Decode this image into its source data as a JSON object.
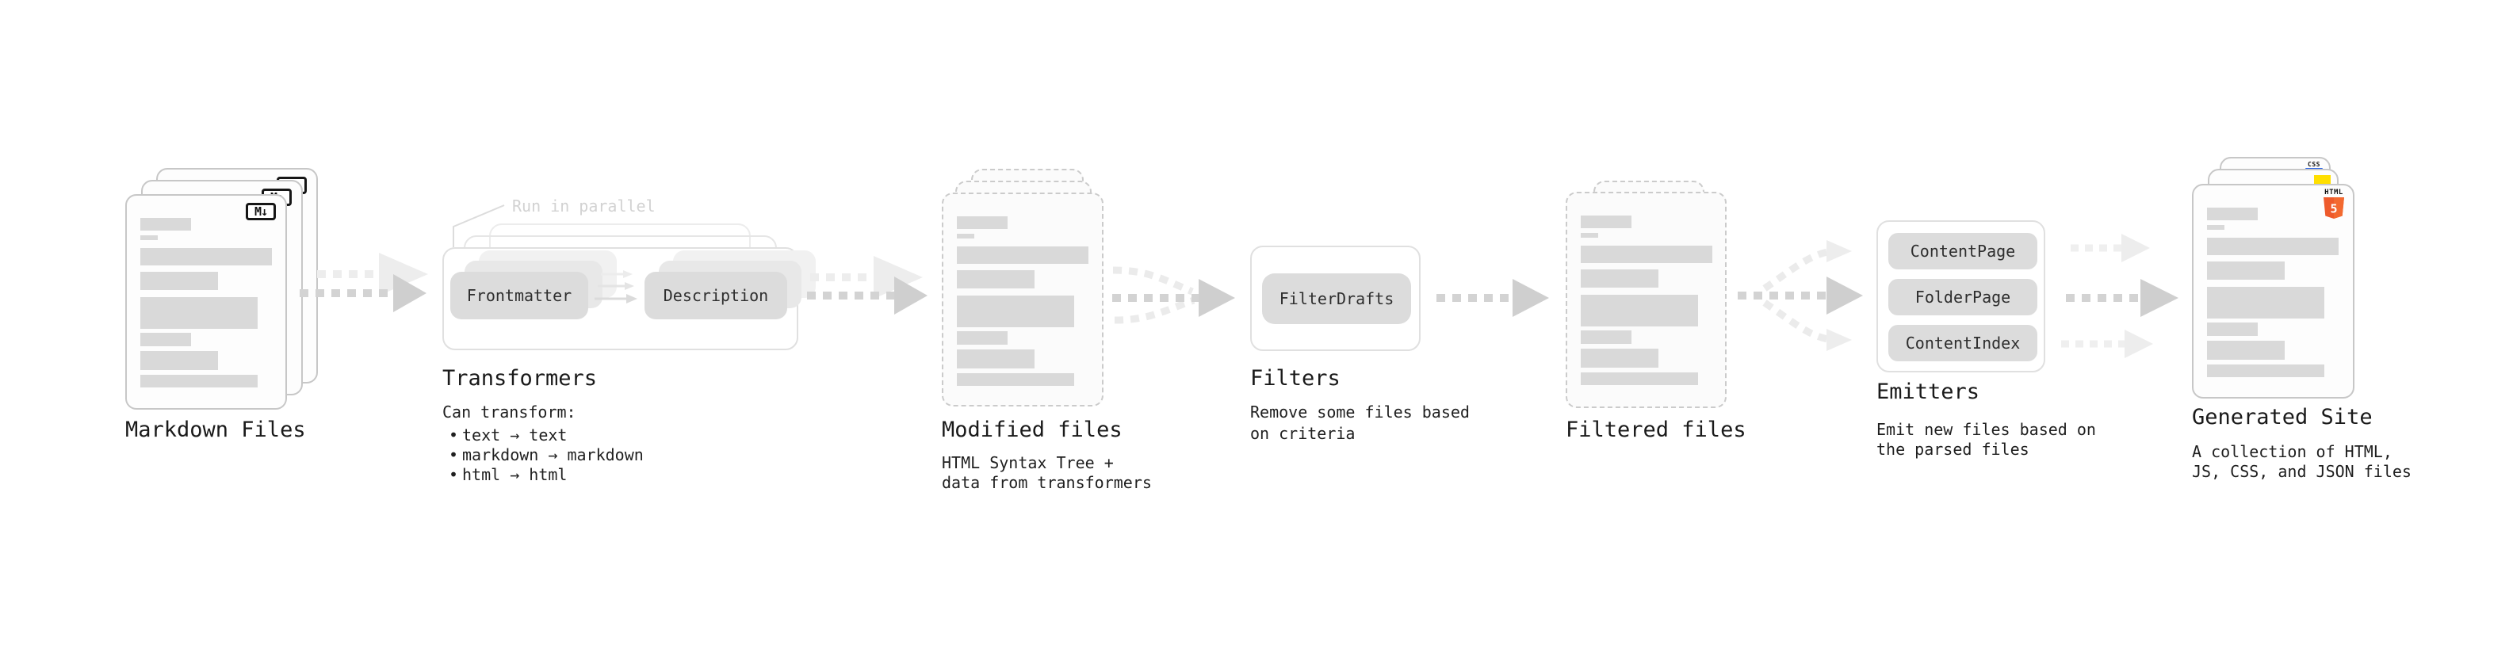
{
  "colors": {
    "js_yellow": "#ffdf00",
    "css_blue": "#2a63e8",
    "html_orange": "#ee5a2b",
    "html_orange_light": "#f3692f"
  },
  "stages": {
    "markdown_files": {
      "label": "Markdown Files",
      "badge": "M↓"
    },
    "transformers": {
      "label": "Transformers",
      "annotation": "Run in parallel",
      "pill_left": "Frontmatter",
      "pill_right": "Description",
      "body_title": "Can transform:",
      "bullet": "•",
      "bullets": [
        "text → text",
        "markdown → markdown",
        "html → html"
      ]
    },
    "modified_files": {
      "label": "Modified files",
      "desc": [
        "HTML Syntax Tree +",
        "data from transformers"
      ]
    },
    "filters": {
      "label": "Filters",
      "pill": "FilterDrafts",
      "desc": [
        "Remove some files based",
        "on criteria"
      ]
    },
    "filtered_files": {
      "label": "Filtered files"
    },
    "emitters": {
      "label": "Emitters",
      "pills": [
        "ContentPage",
        "FolderPage",
        "ContentIndex"
      ],
      "desc": [
        "Emit new files based on",
        "the parsed files"
      ]
    },
    "generated_site": {
      "label": "Generated Site",
      "desc": [
        "A collection of HTML,",
        "JS, CSS, and JSON files"
      ],
      "badges": {
        "css": "CSS",
        "html": "HTML",
        "html_five": "5"
      }
    }
  }
}
